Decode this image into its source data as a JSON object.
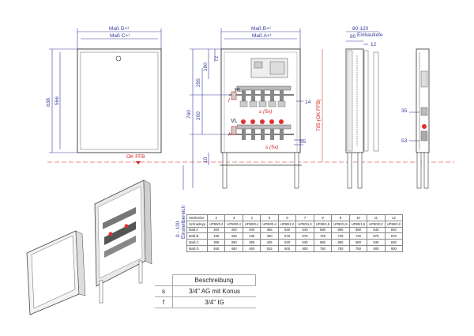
{
  "dimensions": {
    "left_width_outer": "Maß D+¹",
    "left_width_inner": "Maß C+¹",
    "left_h_outer": "638",
    "left_h_inner": "566",
    "ok_ffb": "OK FFB",
    "mid_width_outer": "Maß B+¹",
    "mid_width_inner": "Maß A+¹",
    "d72": "72",
    "d180": "180",
    "d295": "295",
    "d200": "200",
    "d760": "760",
    "d10": "10",
    "d14": "14",
    "d55": "55",
    "okffb_vert": "705 (OK FFB)",
    "einstell": "0 - 130\nEinstellbereich",
    "rl": "RL",
    "vl": "VL",
    "f1": "f",
    "f2": "f",
    "s5_1": "s (5x)",
    "s5_2": "s (5x)",
    "d80_120": "80-120",
    "einbautiefe": "Einbautiefe",
    "d80": "80",
    "d12": "12",
    "d35": "35",
    "d53": "53"
  },
  "table": {
    "rows": [
      [
        "Heizkreise",
        "2",
        "3",
        "4",
        "5",
        "6",
        "7",
        "8",
        "9",
        "10",
        "11",
        "12"
      ],
      [
        "Schranktyp",
        "UP80/0,4",
        "UP80/0,4",
        "UP80/0,4",
        "UP80/0,4",
        "UP80/1,0",
        "UP80/1,0",
        "UP80/1,5",
        "UP80/1,5",
        "UP80/1,5",
        "UP80/2,0",
        "UP80/2,0"
      ],
      [
        "Maß A",
        "400",
        "400",
        "400",
        "455",
        "540",
        "540",
        "690",
        "690",
        "690",
        "840",
        "840"
      ],
      [
        "Maß B",
        "435",
        "435",
        "435",
        "490",
        "575",
        "575",
        "725",
        "725",
        "725",
        "875",
        "875"
      ],
      [
        "Maß C",
        "390",
        "390",
        "390",
        "445",
        "530",
        "530",
        "680",
        "680",
        "680",
        "830",
        "830"
      ],
      [
        "Maß D",
        "460",
        "460",
        "460",
        "515",
        "600",
        "600",
        "750",
        "750",
        "750",
        "900",
        "900"
      ]
    ]
  },
  "legend": {
    "title": "Beschreibung",
    "items": [
      {
        "key": "s",
        "value": "3/4\" AG mit Konus"
      },
      {
        "key": "f",
        "value": "3/4\" IG"
      }
    ]
  }
}
